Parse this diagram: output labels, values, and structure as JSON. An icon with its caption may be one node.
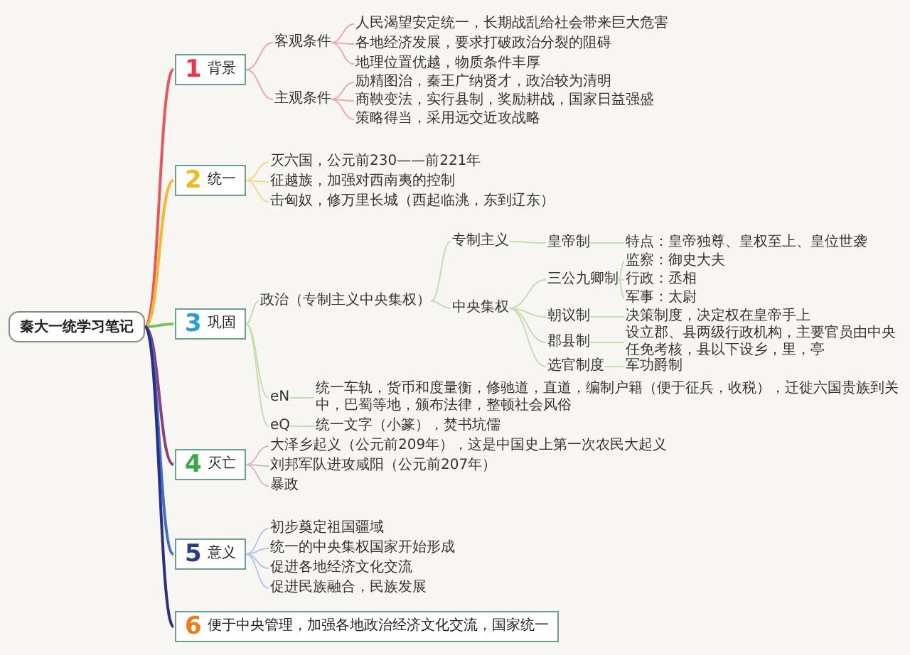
{
  "diagram": {
    "nodes": [
      {
        "text": [
          "秦大一统学习笔记"
        ]
      },
      {
        "text": [
          "1",
          "背景"
        ]
      },
      {
        "text": [
          "客观条件"
        ]
      },
      {
        "text": [
          "人民渴望安定统一，长期战乱给社会带来巨大危害"
        ]
      },
      {
        "text": [
          "各地经济发展，要求打破政治分裂的阻碍"
        ]
      },
      {
        "text": [
          "地理位置优越，物质条件丰厚"
        ]
      },
      {
        "text": [
          "主观条件"
        ]
      },
      {
        "text": [
          "励精图治，秦王广纳贤才，政治较为清明"
        ]
      },
      {
        "text": [
          "商鞅变法，实行县制，奖励耕战，国家日益强盛"
        ]
      },
      {
        "text": [
          "策略得当，采用远交近攻战略"
        ]
      },
      {
        "text": [
          "2",
          "统一"
        ]
      },
      {
        "text": [
          "灭六国，公元前230——前221年"
        ]
      },
      {
        "text": [
          "征越族，加强对西南夷的控制"
        ]
      },
      {
        "text": [
          "击匈奴，修万里长城（西起临洮，东到辽东）"
        ]
      },
      {
        "text": [
          "3",
          "巩固"
        ]
      },
      {
        "text": [
          "政治（专制主义中央集权）"
        ]
      },
      {
        "text": [
          "专制主义"
        ]
      },
      {
        "text": [
          "皇帝制"
        ]
      },
      {
        "text": [
          "特点：皇帝独尊、皇权至上、皇位世袭"
        ]
      },
      {
        "text": [
          "中央集权"
        ]
      },
      {
        "text": [
          "三公九卿制"
        ]
      },
      {
        "text": [
          "监察：御史大夫"
        ]
      },
      {
        "text": [
          "行政：丞相"
        ]
      },
      {
        "text": [
          "军事：太尉"
        ]
      },
      {
        "text": [
          "朝议制"
        ]
      },
      {
        "text": [
          "决策制度，决定权在皇帝手上"
        ]
      },
      {
        "text": [
          "郡县制"
        ]
      },
      {
        "text": [
          "设立郡、县两级行政机构，主要官员由中央任免考核，县以下设乡，里，亭"
        ]
      },
      {
        "text": [
          "选官制度"
        ]
      },
      {
        "text": [
          "军功爵制"
        ]
      },
      {
        "text": [
          "eN"
        ]
      },
      {
        "text": [
          "统一车轨，货币和度量衡，修驰道，直道，编制户籍（便于征兵，收税），迁徙六国贵族到关中，巴蜀等地，颁布法律，整顿社会风俗"
        ]
      },
      {
        "text": [
          "eQ"
        ]
      },
      {
        "text": [
          "统一文字（小篆），焚书坑儒"
        ]
      },
      {
        "text": [
          "4",
          "灭亡"
        ]
      },
      {
        "text": [
          "大泽乡起义（公元前209年），这是中国史上第一次农民大起义"
        ]
      },
      {
        "text": [
          "刘邦军队进攻咸阳（公元前207年）"
        ]
      },
      {
        "text": [
          "暴政"
        ]
      },
      {
        "text": [
          "5",
          "意义"
        ]
      },
      {
        "text": [
          "初步奠定祖国疆域"
        ]
      },
      {
        "text": [
          "统一的中央集权国家开始形成"
        ]
      },
      {
        "text": [
          "促进各地经济文化交流"
        ]
      },
      {
        "text": [
          "促进民族融合，民族发展"
        ]
      },
      {
        "text": [
          "6",
          "便于中央管理，加强各地政治经济文化交流，国家统一"
        ]
      }
    ],
    "edges": [
      {
        "from": 0,
        "to": 1,
        "arrow": "none",
        "color": "#e8575a"
      },
      {
        "from": 1,
        "to": 2,
        "arrow": "none",
        "color": "#f2a8a8"
      },
      {
        "from": 2,
        "to": 3,
        "arrow": "none",
        "color": "#f2a8a8"
      },
      {
        "from": 2,
        "to": 4,
        "arrow": "none",
        "color": "#f2a8a8"
      },
      {
        "from": 2,
        "to": 5,
        "arrow": "none",
        "color": "#f2a8a8"
      },
      {
        "from": 1,
        "to": 6,
        "arrow": "none",
        "color": "#f2a8a8"
      },
      {
        "from": 6,
        "to": 7,
        "arrow": "none",
        "color": "#f2a8a8"
      },
      {
        "from": 6,
        "to": 8,
        "arrow": "none",
        "color": "#f2a8a8"
      },
      {
        "from": 6,
        "to": 9,
        "arrow": "none",
        "color": "#f2a8a8"
      },
      {
        "from": 0,
        "to": 10,
        "arrow": "none",
        "color": "#f5b731"
      },
      {
        "from": 10,
        "to": 11,
        "arrow": "none",
        "color": "#f5d98a"
      },
      {
        "from": 10,
        "to": 12,
        "arrow": "none",
        "color": "#f5d98a"
      },
      {
        "from": 10,
        "to": 13,
        "arrow": "none",
        "color": "#f5d98a"
      },
      {
        "from": 0,
        "to": 14,
        "arrow": "none",
        "color": "#7cc25a"
      },
      {
        "from": 14,
        "to": 15,
        "arrow": "none",
        "color": "#c2dfae"
      },
      {
        "from": 15,
        "to": 16,
        "arrow": "none",
        "color": "#c2dfae"
      },
      {
        "from": 16,
        "to": 17,
        "arrow": "none",
        "color": "#c2dfae"
      },
      {
        "from": 17,
        "to": 18,
        "arrow": "none",
        "color": "#c2dfae"
      },
      {
        "from": 15,
        "to": 19,
        "arrow": "none",
        "color": "#c2dfae"
      },
      {
        "from": 19,
        "to": 20,
        "arrow": "none",
        "color": "#c2dfae"
      },
      {
        "from": 20,
        "to": 21,
        "arrow": "none",
        "color": "#c2dfae"
      },
      {
        "from": 20,
        "to": 22,
        "arrow": "none",
        "color": "#c2dfae"
      },
      {
        "from": 20,
        "to": 23,
        "arrow": "none",
        "color": "#c2dfae"
      },
      {
        "from": 19,
        "to": 24,
        "arrow": "none",
        "color": "#c2dfae"
      },
      {
        "from": 24,
        "to": 25,
        "arrow": "none",
        "color": "#c2dfae"
      },
      {
        "from": 19,
        "to": 26,
        "arrow": "none",
        "color": "#c2dfae"
      },
      {
        "from": 26,
        "to": 27,
        "arrow": "none",
        "color": "#c2dfae"
      },
      {
        "from": 19,
        "to": 28,
        "arrow": "none",
        "color": "#c2dfae"
      },
      {
        "from": 28,
        "to": 29,
        "arrow": "none",
        "color": "#c2dfae"
      },
      {
        "from": 14,
        "to": 30,
        "arrow": "none",
        "color": "#c2dfae"
      },
      {
        "from": 30,
        "to": 31,
        "arrow": "none",
        "color": "#c2dfae"
      },
      {
        "from": 14,
        "to": 32,
        "arrow": "none",
        "color": "#c2dfae"
      },
      {
        "from": 32,
        "to": 33,
        "arrow": "none",
        "color": "#c2dfae"
      },
      {
        "from": 0,
        "to": 34,
        "arrow": "none",
        "color": "#8e3f78"
      },
      {
        "from": 34,
        "to": 35,
        "arrow": "none",
        "color": "#d6b8cc"
      },
      {
        "from": 34,
        "to": 36,
        "arrow": "none",
        "color": "#d6b8cc"
      },
      {
        "from": 34,
        "to": 37,
        "arrow": "none",
        "color": "#d6b8cc"
      },
      {
        "from": 0,
        "to": 38,
        "arrow": "none",
        "color": "#3c6fd6"
      },
      {
        "from": 38,
        "to": 39,
        "arrow": "none",
        "color": "#b8c8ea"
      },
      {
        "from": 38,
        "to": 40,
        "arrow": "none",
        "color": "#b8c8ea"
      },
      {
        "from": 38,
        "to": 41,
        "arrow": "none",
        "color": "#b8c8ea"
      },
      {
        "from": 38,
        "to": 42,
        "arrow": "none",
        "color": "#b8c8ea"
      },
      {
        "from": 0,
        "to": 43,
        "arrow": "none",
        "color": "#2b2f7e"
      }
    ]
  }
}
